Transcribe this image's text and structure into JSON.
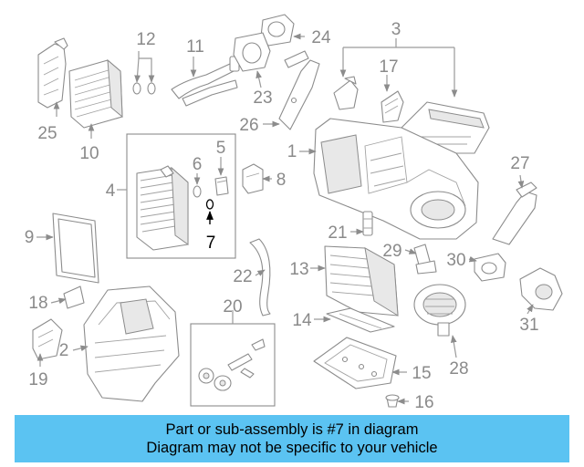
{
  "callouts": {
    "c1": "1",
    "c2": "2",
    "c3": "3",
    "c4": "4",
    "c5": "5",
    "c6": "6",
    "c7": "7",
    "c8": "8",
    "c9": "9",
    "c10": "10",
    "c11": "11",
    "c12": "12",
    "c13": "13",
    "c14": "14",
    "c15": "15",
    "c16": "16",
    "c17": "17",
    "c18": "18",
    "c19": "19",
    "c20": "20",
    "c21": "21",
    "c22": "22",
    "c23": "23",
    "c24": "24",
    "c25": "25",
    "c26": "26",
    "c27": "27",
    "c28": "28",
    "c29": "29",
    "c30": "30",
    "c31": "31"
  },
  "highlight_part": "7",
  "colors": {
    "banner": "#5bc3f2",
    "line": "#9a9a9a",
    "highlight": "#000000"
  },
  "banner": {
    "line1": "Part or sub-assembly is #7 in diagram",
    "line2": "Diagram may not be specific to your vehicle"
  }
}
